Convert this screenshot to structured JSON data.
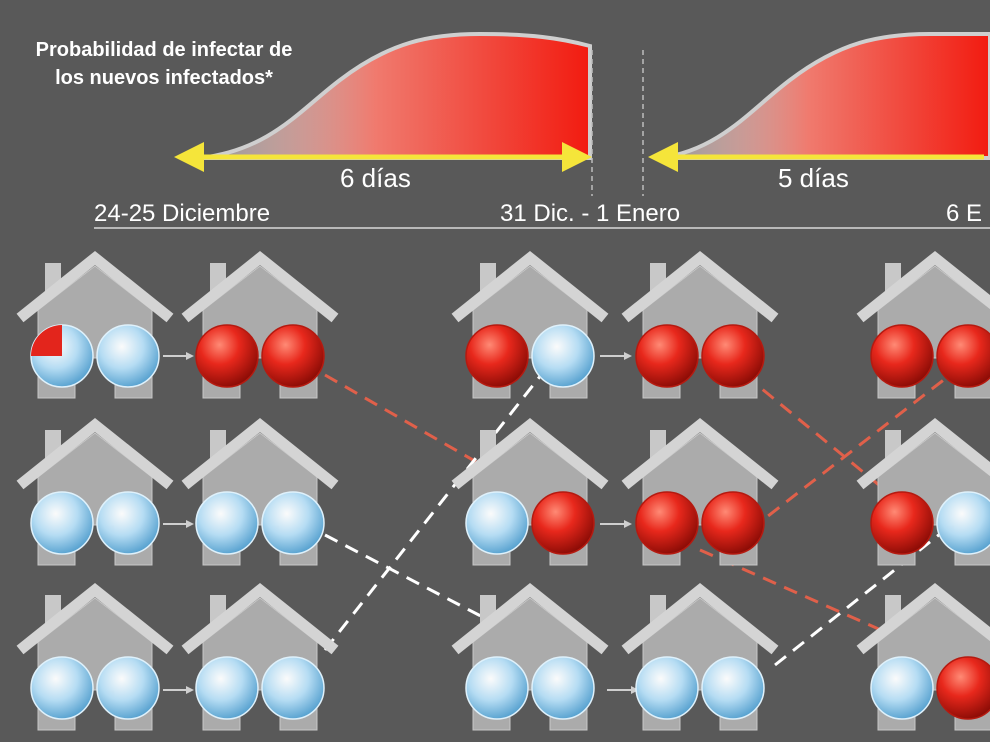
{
  "header": {
    "probability_label_line1": "Probabilidad de infectar de",
    "probability_label_line2": "los nuevos infectados*"
  },
  "periods": [
    {
      "label": "6 días"
    },
    {
      "label": "5 días"
    }
  ],
  "timeline": {
    "dates": [
      "24-25 Diciembre",
      "31 Dic. - 1 Enero",
      "6 E"
    ]
  },
  "colors": {
    "background": "#595959",
    "infected": "#e3251c",
    "healthy": "#9fd3f2",
    "arrow": "#f5e53a",
    "house": "#c8c8c8",
    "infection_link": "#e0604a",
    "contact_link": "#ffffff"
  },
  "houses": [
    {
      "people": [
        "partial",
        "healthy"
      ]
    },
    {
      "people": [
        "infected",
        "infected"
      ]
    },
    {
      "people": [
        "infected",
        "healthy"
      ]
    },
    {
      "people": [
        "infected",
        "infected"
      ]
    },
    {
      "people": [
        "infected",
        "infected"
      ]
    },
    {
      "people": [
        "healthy",
        "healthy"
      ]
    },
    {
      "people": [
        "healthy",
        "healthy"
      ]
    },
    {
      "people": [
        "healthy",
        "infected"
      ]
    },
    {
      "people": [
        "infected",
        "infected"
      ]
    },
    {
      "people": [
        "infected",
        "healthy"
      ]
    },
    {
      "people": [
        "healthy",
        "healthy"
      ]
    },
    {
      "people": [
        "healthy",
        "healthy"
      ]
    },
    {
      "people": [
        "healthy",
        "healthy"
      ]
    },
    {
      "people": [
        "healthy",
        "healthy"
      ]
    },
    {
      "people": [
        "healthy",
        "infected"
      ]
    }
  ]
}
